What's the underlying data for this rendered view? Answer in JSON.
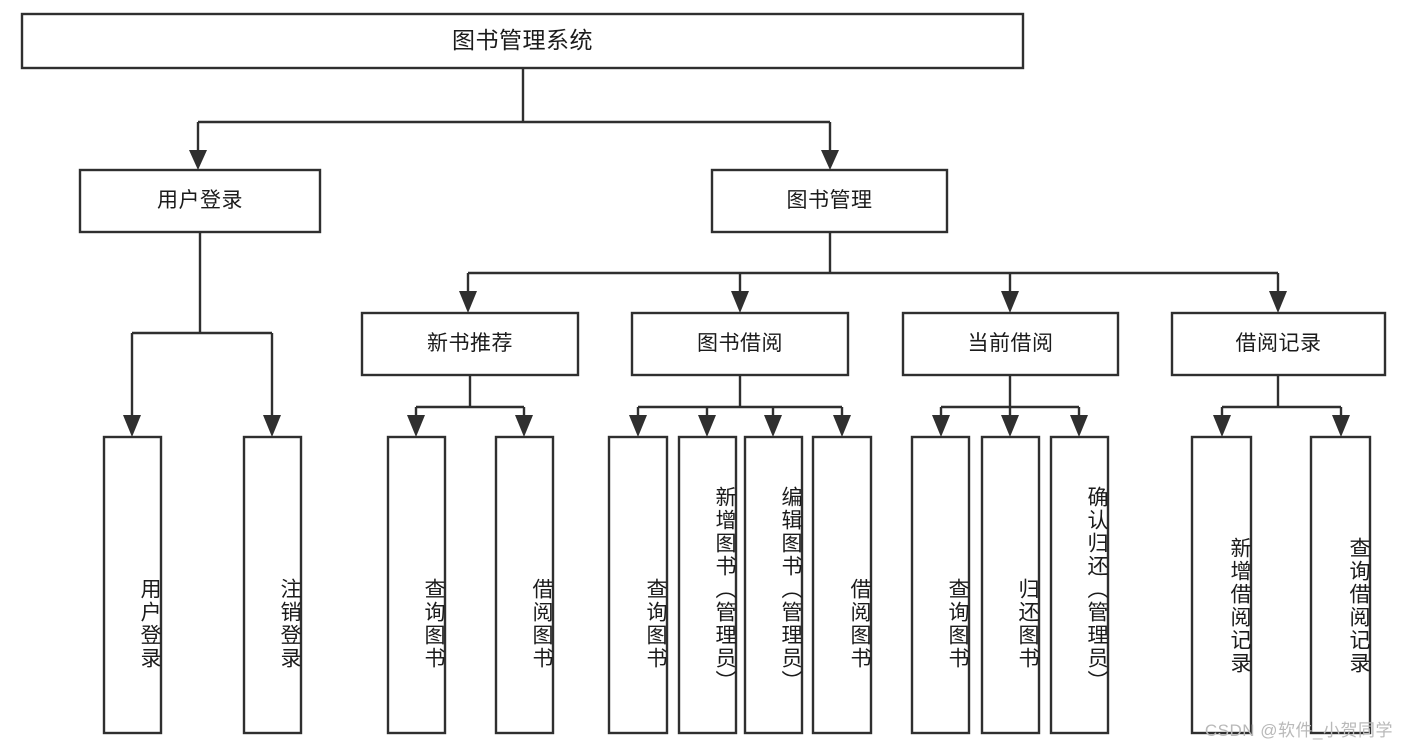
{
  "diagram": {
    "type": "tree-hierarchy",
    "title": "图书管理系统",
    "watermark": "CSDN @软件_小贺同学",
    "colors": {
      "stroke": "#2f2f2f",
      "box_fill": "#ffffff",
      "text": "#1b1b1b",
      "watermark": "#b9b9b9",
      "background": "#ffffff"
    },
    "nodes": {
      "root": {
        "label": "图书管理系统",
        "level": 1,
        "orientation": "horizontal"
      },
      "n_user_login": {
        "label": "用户登录",
        "level": 2,
        "orientation": "horizontal"
      },
      "n_book_mgmt": {
        "label": "图书管理",
        "level": 2,
        "orientation": "horizontal"
      },
      "n_new_book_rec": {
        "label": "新书推荐",
        "level": 3,
        "orientation": "horizontal"
      },
      "n_book_borrow": {
        "label": "图书借阅",
        "level": 3,
        "orientation": "horizontal"
      },
      "n_current_borrow": {
        "label": "当前借阅",
        "level": 3,
        "orientation": "horizontal"
      },
      "n_borrow_record": {
        "label": "借阅记录",
        "level": 3,
        "orientation": "horizontal"
      },
      "l_user_login": {
        "label": "用户登录",
        "level": 4,
        "orientation": "vertical"
      },
      "l_logout": {
        "label": "注销登录",
        "level": 4,
        "orientation": "vertical"
      },
      "l_query_book_1": {
        "label": "查询图书",
        "level": 4,
        "orientation": "vertical"
      },
      "l_borrow_book_1": {
        "label": "借阅图书",
        "level": 4,
        "orientation": "vertical"
      },
      "l_query_book_2": {
        "label": "查询图书",
        "level": 4,
        "orientation": "vertical"
      },
      "l_add_book": {
        "label": "新增图书（管理员）",
        "level": 4,
        "orientation": "vertical"
      },
      "l_edit_book": {
        "label": "编辑图书（管理员）",
        "level": 4,
        "orientation": "vertical"
      },
      "l_borrow_book_2": {
        "label": "借阅图书",
        "level": 4,
        "orientation": "vertical"
      },
      "l_query_book_3": {
        "label": "查询图书",
        "level": 4,
        "orientation": "vertical"
      },
      "l_return_book": {
        "label": "归还图书",
        "level": 4,
        "orientation": "vertical"
      },
      "l_confirm_return": {
        "label": "确认归还（管理员）",
        "level": 4,
        "orientation": "vertical"
      },
      "l_add_record": {
        "label": "新增借阅记录",
        "level": 4,
        "orientation": "vertical"
      },
      "l_query_record": {
        "label": "查询借阅记录",
        "level": 4,
        "orientation": "vertical"
      }
    },
    "edges": [
      {
        "from": "root",
        "to": "n_user_login"
      },
      {
        "from": "root",
        "to": "n_book_mgmt"
      },
      {
        "from": "n_user_login",
        "to": "l_user_login"
      },
      {
        "from": "n_user_login",
        "to": "l_logout"
      },
      {
        "from": "n_book_mgmt",
        "to": "n_new_book_rec"
      },
      {
        "from": "n_book_mgmt",
        "to": "n_book_borrow"
      },
      {
        "from": "n_book_mgmt",
        "to": "n_current_borrow"
      },
      {
        "from": "n_book_mgmt",
        "to": "n_borrow_record"
      },
      {
        "from": "n_new_book_rec",
        "to": "l_query_book_1"
      },
      {
        "from": "n_new_book_rec",
        "to": "l_borrow_book_1"
      },
      {
        "from": "n_book_borrow",
        "to": "l_query_book_2"
      },
      {
        "from": "n_book_borrow",
        "to": "l_add_book"
      },
      {
        "from": "n_book_borrow",
        "to": "l_edit_book"
      },
      {
        "from": "n_book_borrow",
        "to": "l_borrow_book_2"
      },
      {
        "from": "n_current_borrow",
        "to": "l_query_book_3"
      },
      {
        "from": "n_current_borrow",
        "to": "l_return_book"
      },
      {
        "from": "n_current_borrow",
        "to": "l_confirm_return"
      },
      {
        "from": "n_borrow_record",
        "to": "l_add_record"
      },
      {
        "from": "n_borrow_record",
        "to": "l_query_record"
      }
    ]
  }
}
